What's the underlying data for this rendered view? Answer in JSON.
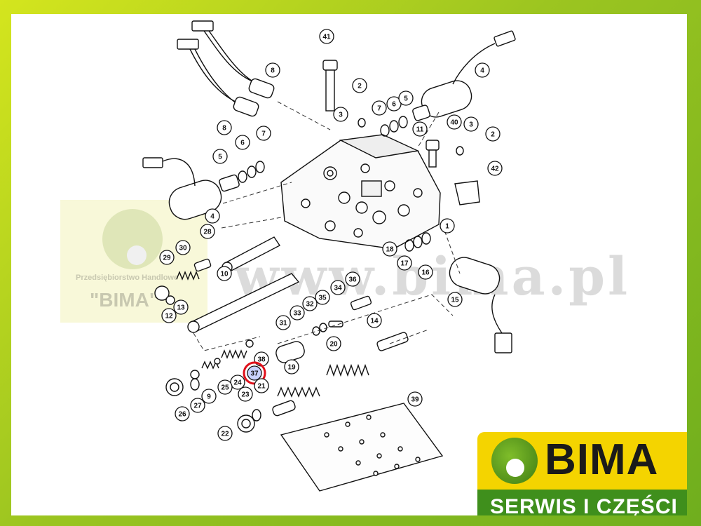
{
  "watermark": {
    "url": "www.bima.pl",
    "company_line": "Przedsiębiorstwo Handlowe",
    "company_name": "\"BIMA\""
  },
  "brand": {
    "name": "BIMA",
    "tagline": "SERWIS I CZĘŚCI",
    "colors": {
      "yellow": "#f4d400",
      "green": "#3f8f1c",
      "frame": "#9cc520"
    }
  },
  "highlighted_part": "37",
  "parts": [
    "1",
    "2",
    "3",
    "4",
    "5",
    "6",
    "7",
    "8",
    "9",
    "10",
    "11",
    "12",
    "13",
    "14",
    "15",
    "16",
    "17",
    "18",
    "19",
    "20",
    "21",
    "22",
    "23",
    "24",
    "25",
    "26",
    "27",
    "28",
    "29",
    "30",
    "31",
    "32",
    "33",
    "34",
    "35",
    "36",
    "37",
    "38",
    "39",
    "40",
    "41",
    "42"
  ],
  "callouts": [
    {
      "label": "41"
    },
    {
      "label": "8"
    },
    {
      "label": "2"
    },
    {
      "label": "3"
    },
    {
      "label": "7"
    },
    {
      "label": "6"
    },
    {
      "label": "5"
    },
    {
      "label": "4"
    },
    {
      "label": "8"
    },
    {
      "label": "5"
    },
    {
      "label": "6"
    },
    {
      "label": "7"
    },
    {
      "label": "11"
    },
    {
      "label": "40"
    },
    {
      "label": "3"
    },
    {
      "label": "2"
    },
    {
      "label": "42"
    },
    {
      "label": "4"
    },
    {
      "label": "1"
    },
    {
      "label": "28"
    },
    {
      "label": "18"
    },
    {
      "label": "17"
    },
    {
      "label": "16"
    },
    {
      "label": "29"
    },
    {
      "label": "30"
    },
    {
      "label": "10"
    },
    {
      "label": "15"
    },
    {
      "label": "13"
    },
    {
      "label": "12"
    },
    {
      "label": "34"
    },
    {
      "label": "36"
    },
    {
      "label": "35"
    },
    {
      "label": "32"
    },
    {
      "label": "33"
    },
    {
      "label": "31"
    },
    {
      "label": "14"
    },
    {
      "label": "20"
    },
    {
      "label": "38"
    },
    {
      "label": "37"
    },
    {
      "label": "24"
    },
    {
      "label": "25"
    },
    {
      "label": "9"
    },
    {
      "label": "21"
    },
    {
      "label": "19"
    },
    {
      "label": "23"
    },
    {
      "label": "27"
    },
    {
      "label": "26"
    },
    {
      "label": "22"
    },
    {
      "label": "39"
    }
  ]
}
